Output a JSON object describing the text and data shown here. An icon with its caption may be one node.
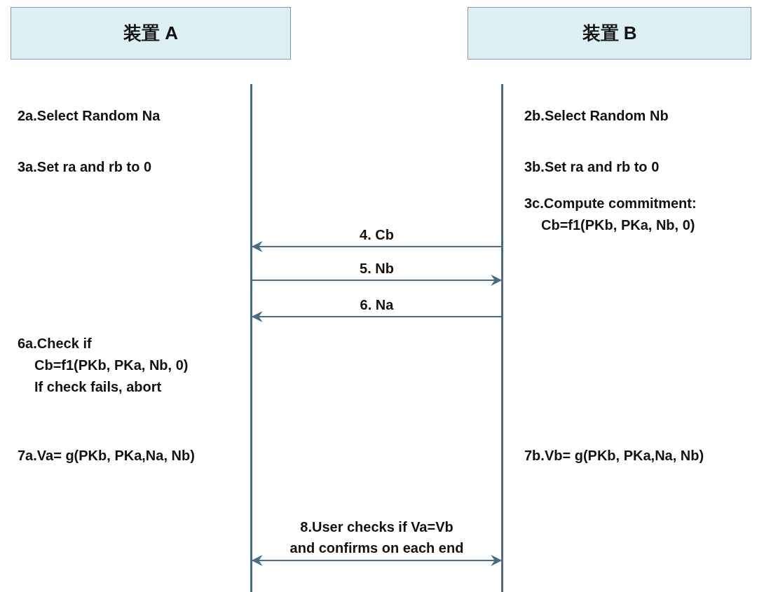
{
  "diagram": {
    "nodes": [
      {
        "text": [
          "装置 A"
        ]
      },
      {
        "text": [
          "装置 B"
        ]
      },
      {
        "text": [],
        "shape": "bar"
      },
      {
        "text": [],
        "shape": "bar"
      }
    ],
    "edges": [
      {
        "from": 3,
        "to": 2,
        "arrow": "to",
        "label": "4. Cb"
      },
      {
        "from": 2,
        "to": 3,
        "arrow": "to",
        "label": "5. Nb"
      },
      {
        "from": 3,
        "to": 2,
        "arrow": "to",
        "label": "6. Na"
      },
      {
        "from": 2,
        "to": 3,
        "arrow": "both",
        "label": "8.User checks if Va=Vb and confirms on each end"
      }
    ],
    "labels": [
      "2a.Select Random Na",
      "2b.Select Random Nb",
      "3a.Set ra and rb to 0",
      "3b.Set ra and rb to 0",
      "3c.Compute commitment: Cb=f1(PKb, PKa, Nb, 0)",
      "6a.Check if Cb=f1(PKb, PKa, Nb, 0) If check fails, abort",
      "7a.Va= g(PKb, PKa,Na, Nb)",
      "7b.Vb= g(PKb, PKa,Na, Nb)"
    ]
  }
}
